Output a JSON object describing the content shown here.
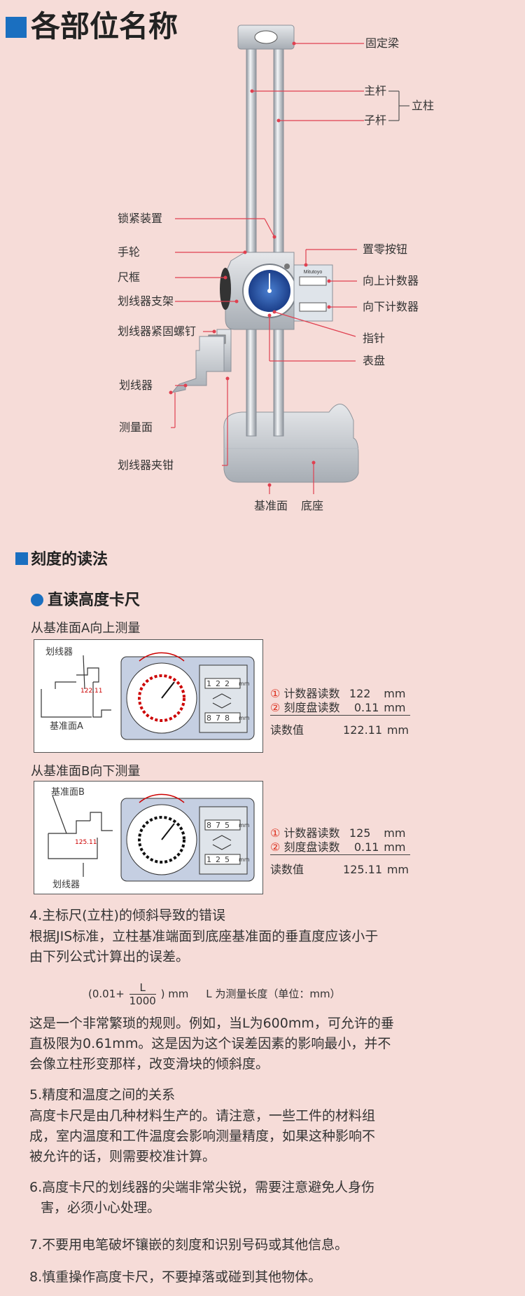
{
  "title": "各部位名称",
  "parts": {
    "fixed_beam": "固定梁",
    "main_rod": "主杆",
    "sub_rod": "子杆",
    "column": "立柱",
    "lock": "锁紧装置",
    "handwheel": "手轮",
    "frame": "尺框",
    "scriber_holder": "划线器支架",
    "scriber_screw": "划线器紧固螺钉",
    "scriber": "划线器",
    "measuring_face": "测量面",
    "scriber_clamp": "划线器夹钳",
    "zero_button": "置零按钮",
    "up_counter": "向上计数器",
    "down_counter": "向下计数器",
    "pointer": "指针",
    "dial": "表盘",
    "reference_face": "基准面",
    "base": "底座",
    "brand": "Mitutoyo"
  },
  "reading": {
    "heading": "刻度的读法",
    "subheading": "直读高度卡尺",
    "up": {
      "caption": "从基准面A向上测量",
      "scriber": "划线器",
      "ref": "基准面A",
      "scale_mark": "122.11",
      "counter_top": [
        "1",
        "2",
        "2"
      ],
      "counter_bottom": [
        "8",
        "7",
        "8"
      ],
      "unit": "mm",
      "row1_mark": "①",
      "row1_label": "计数器读数",
      "row1_value": "122",
      "row1_unit": "mm",
      "row2_mark": "②",
      "row2_label": "刻度盘读数",
      "row2_value": "0.11",
      "row2_unit": "mm",
      "total_label": "读数值",
      "total_value": "122.11",
      "total_unit": "mm"
    },
    "down": {
      "caption": "从基准面B向下测量",
      "scriber": "划线器",
      "ref": "基准面B",
      "scale_mark": "125.11",
      "counter_top": [
        "8",
        "7",
        "5"
      ],
      "counter_bottom": [
        "1",
        "2",
        "5"
      ],
      "unit": "mm",
      "row1_mark": "①",
      "row1_label": "计数器读数",
      "row1_value": "125",
      "row1_unit": "mm",
      "row2_mark": "②",
      "row2_label": "刻度盘读数",
      "row2_value": "0.11",
      "row2_unit": "mm",
      "total_label": "读数值",
      "total_value": "125.11",
      "total_unit": "mm"
    }
  },
  "notes": {
    "n4_title": "4.主标尺(立柱)的倾斜导致的错误",
    "n4_l1": "根据JIS标准，立柱基准端面到底座基准面的垂直度应该小于",
    "n4_l2": "由下列公式计算出的误差。",
    "formula_left": "(0.01+",
    "formula_num": "L",
    "formula_den": "1000",
    "formula_right": ") mm",
    "formula_note": "L 为测量长度（单位：mm）",
    "n4_p1": "这是一个非常繁琐的规则。例如，当L为600mm，可允许的垂",
    "n4_p2": "直极限为0.61mm。这是因为这个误差因素的影响最小，并不",
    "n4_p3": "会像立柱形变那样，改变滑块的倾斜度。",
    "n5_title": "5.精度和温度之间的关系",
    "n5_l1": "高度卡尺是由几种材料生产的。请注意，一些工件的材料组",
    "n5_l2": "成，室内温度和工件温度会影响测量精度，如果这种影响不",
    "n5_l3": "被允许的话，则需要校准计算。",
    "n6_l1": "6.高度卡尺的划线器的尖端非常尖锐，需要注意避免人身伤",
    "n6_l2": "害，必须小心处理。",
    "n7": "7.不要用电笔破坏镶嵌的刻度和识别号码或其他信息。",
    "n8": "8.慎重操作高度卡尺，不要掉落或碰到其他物体。"
  },
  "colors": {
    "accent": "#1a6fc0",
    "leader": "#e04050",
    "background": "#f6dcd8"
  }
}
